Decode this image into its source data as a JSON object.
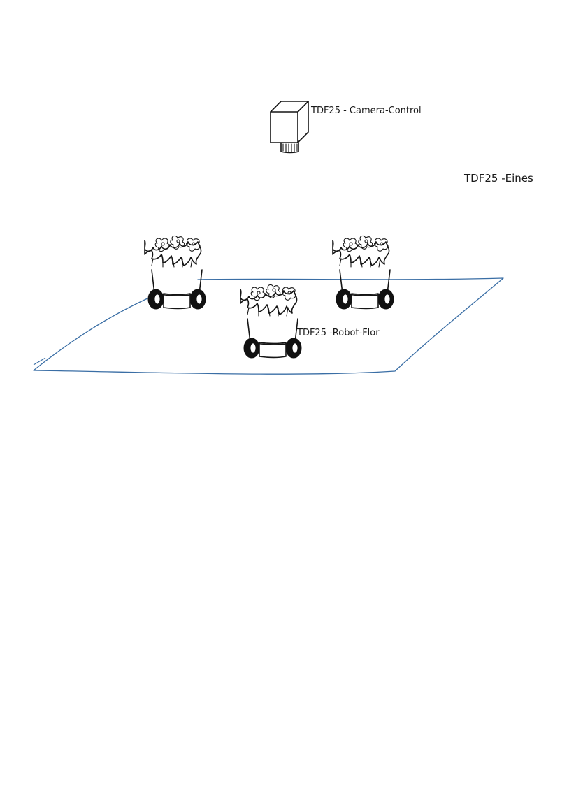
{
  "labels": {
    "camera": "TDF25 - Camera-Control",
    "tools": "TDF25 -Eines",
    "robot": "TDF25 -Robot-Flor"
  },
  "colors": {
    "ink": "#151515",
    "floor_outline": "#3a6ea5",
    "paper": "#ffffff"
  },
  "elements": {
    "camera": "camera-icon",
    "robots": [
      "flower-pot-robot",
      "flower-pot-robot",
      "flower-pot-robot"
    ],
    "floor": "floor-area"
  }
}
